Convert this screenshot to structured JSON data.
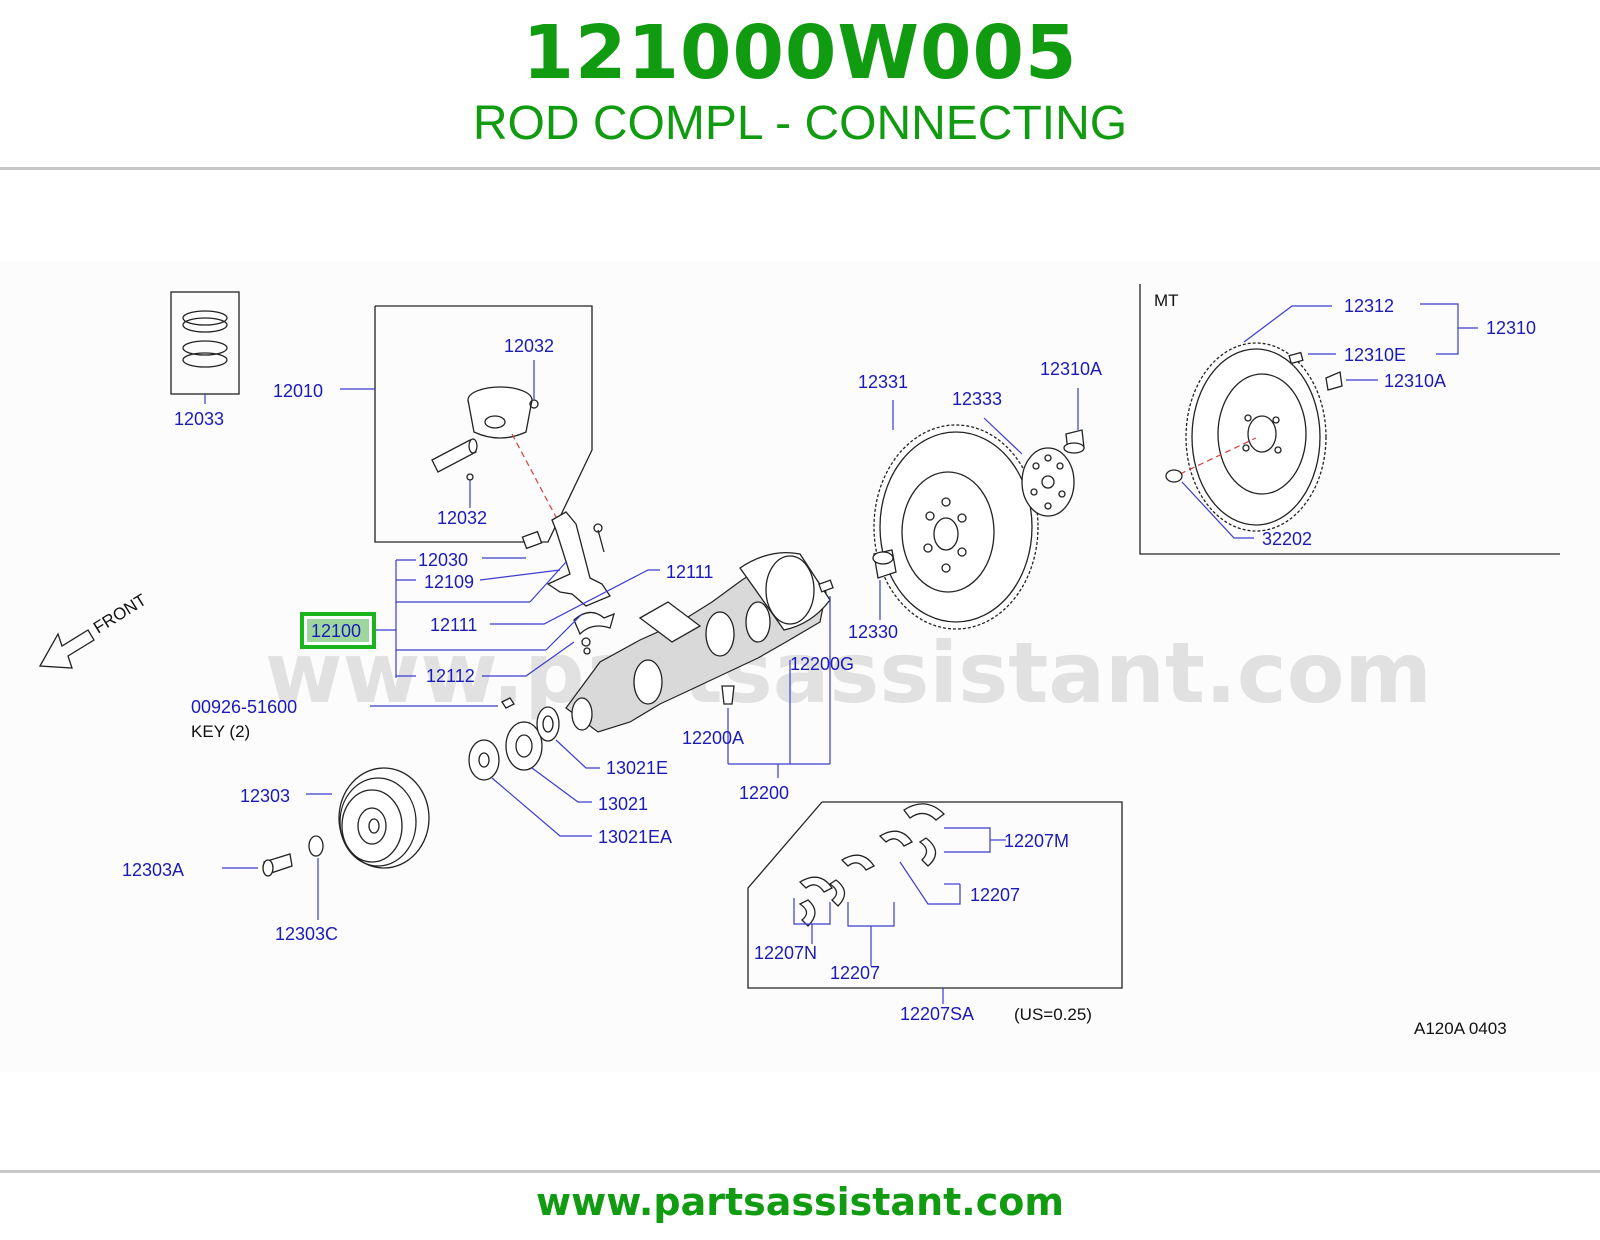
{
  "header": {
    "part_number": "121000W005",
    "part_name": "ROD COMPL - CONNECTING"
  },
  "diagram": {
    "watermark": "www.partsassistant.com",
    "front_label": "FRONT",
    "mt_label": "MT",
    "highlighted_part": "12100",
    "reference_code": "A120A   0403",
    "key_label": "KEY   (2)",
    "undersize_note": "(US=0.25)",
    "labels": {
      "p12033": "12033",
      "p12010": "12010",
      "p12032_top": "12032",
      "p12032_bottom": "12032",
      "p12030": "12030",
      "p12109": "12109",
      "p12111_left": "12111",
      "p12111_top": "12111",
      "p12112": "12112",
      "p00926": "00926-51600",
      "p12331": "12331",
      "p12333": "12333",
      "p12310A_mid": "12310A",
      "p12330": "12330",
      "p12200G": "12200G",
      "p12200A": "12200A",
      "p12200": "12200",
      "p13021E": "13021E",
      "p13021": "13021",
      "p13021EA": "13021EA",
      "p12303": "12303",
      "p12303A": "12303A",
      "p12303C": "12303C",
      "p12207M": "12207M",
      "p12207_right": "12207",
      "p12207N": "12207N",
      "p12207_bottom": "12207",
      "p12207SA": "12207SA",
      "p12312": "12312",
      "p12310": "12310",
      "p12310E": "12310E",
      "p12310A_right": "12310A",
      "p32202": "32202"
    }
  },
  "footer": {
    "url": "www.partsassistant.com"
  },
  "colors": {
    "brand_green": "#109b10",
    "label_blue": "#1b1bb8",
    "highlight_fill": "#9fd69f"
  }
}
